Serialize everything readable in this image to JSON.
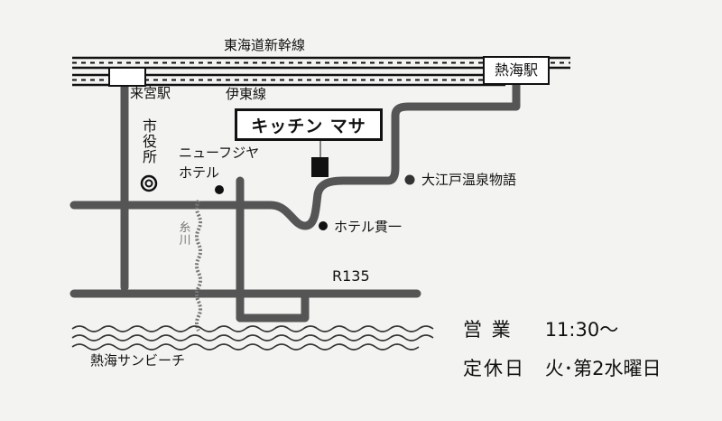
{
  "map": {
    "lines": {
      "shinkansen": "東海道新幹線",
      "ito_line": "伊東線"
    },
    "stations": {
      "atami": "熱海駅",
      "kinomiya": "来宮駅"
    },
    "shop_name": "キッチン マサ",
    "landmarks": {
      "city_hall": "市役所",
      "new_fujiya_line1": "ニューフジヤ",
      "new_fujiya_line2": "ホテル",
      "oedo_onsen": "大江戸温泉物語",
      "hotel_kaiichi": "ホテル貫一",
      "itokawa": "糸川",
      "route": "R135",
      "sun_beach": "熱海サンビーチ"
    }
  },
  "info": {
    "hours_label": "営 業",
    "hours_value": "11:30～",
    "closed_label": "定休日",
    "closed_value": "火･第2水曜日"
  }
}
